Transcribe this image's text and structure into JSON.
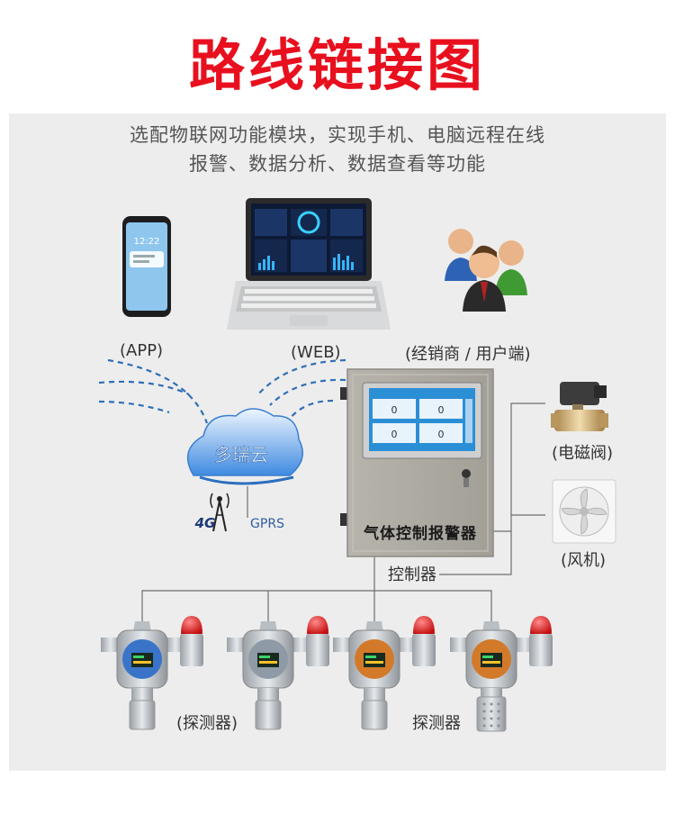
{
  "title": "路线链接图",
  "subtitle": {
    "line1": "选配物联网功能模块，实现手机、电脑远程在线",
    "line2": "报警、数据分析、数据查看等功能"
  },
  "phone": {
    "label": "(APP)",
    "time": "12:22"
  },
  "laptop": {
    "label": "(WEB)"
  },
  "users": {
    "label": "(经销商 / 用户端)"
  },
  "cloud": {
    "label": "多瑞云"
  },
  "network": {
    "badge_4g": "4G",
    "gprs": "GPRS"
  },
  "controller": {
    "panel_text": "气体控制报警器",
    "label": "控制器",
    "screen_values": [
      "0",
      "0",
      "0",
      "0"
    ]
  },
  "valve": {
    "label": "(电磁阀)"
  },
  "fan": {
    "label": "(风机)"
  },
  "detectors": {
    "label_left": "(探测器)",
    "label_right": "探测器"
  },
  "colors": {
    "title": "#e8101e",
    "panel_bg": "#ededed",
    "cabinet": "#a7a49c",
    "cloud": "#4a90e2",
    "dashed_link": "#2f6fb7",
    "beacon": "#d81e1e",
    "screen": "#2b8fd6"
  },
  "icons": [
    "smartphone-icon",
    "laptop-icon",
    "users-icon",
    "cloud-icon",
    "antenna-icon",
    "solenoid-valve-icon",
    "exhaust-fan-icon",
    "gas-detector-icon",
    "warning-beacon-icon"
  ]
}
